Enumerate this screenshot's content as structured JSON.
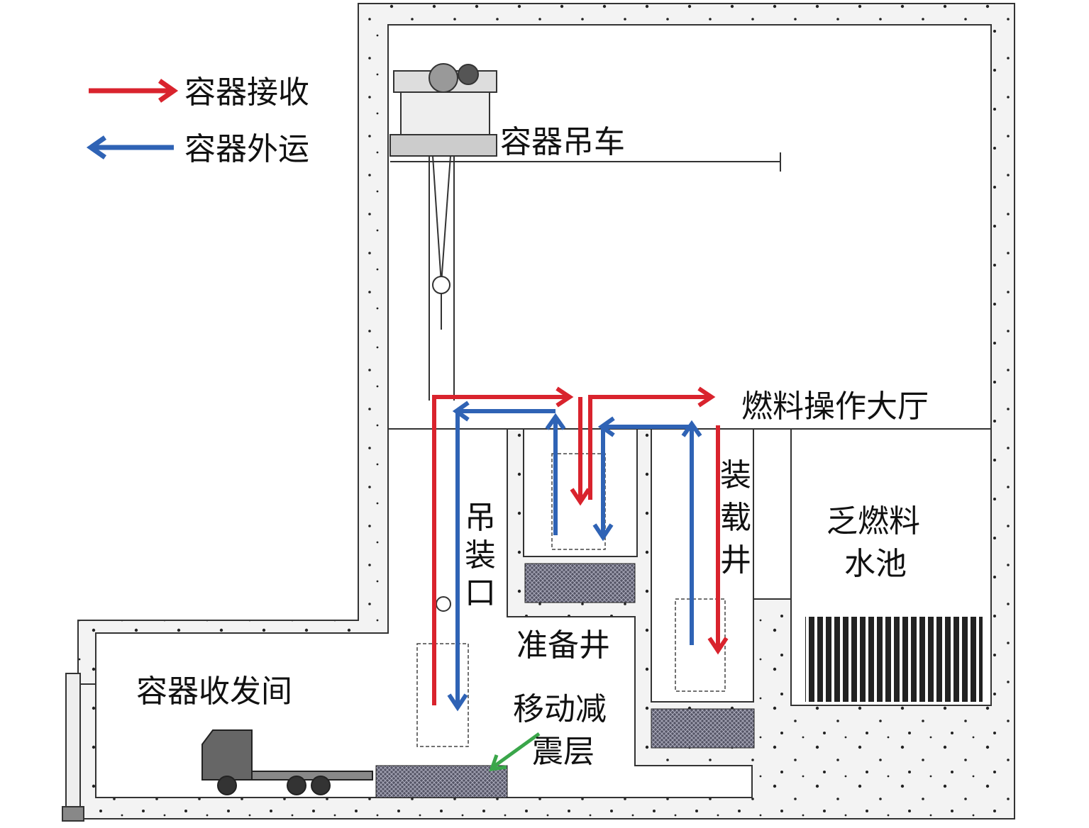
{
  "legend": {
    "receive": {
      "label": "容器接收",
      "color": "#d9232d"
    },
    "ship_out": {
      "label": "容器外运",
      "color": "#2f63b5"
    }
  },
  "labels": {
    "crane": "容器吊车",
    "hall": "燃料操作大厅",
    "hoisting_opening": [
      "吊",
      "装",
      "口"
    ],
    "loading_well": [
      "装",
      "载",
      "井"
    ],
    "spent_fuel_pool": [
      "乏燃料",
      "水池"
    ],
    "prep_well": "准备井",
    "cask_room": "容器收发间",
    "damping_layer": [
      "移动减",
      "震层"
    ]
  },
  "colors": {
    "green_pointer": "#3aa64a",
    "concrete": "#f2f2f2"
  }
}
